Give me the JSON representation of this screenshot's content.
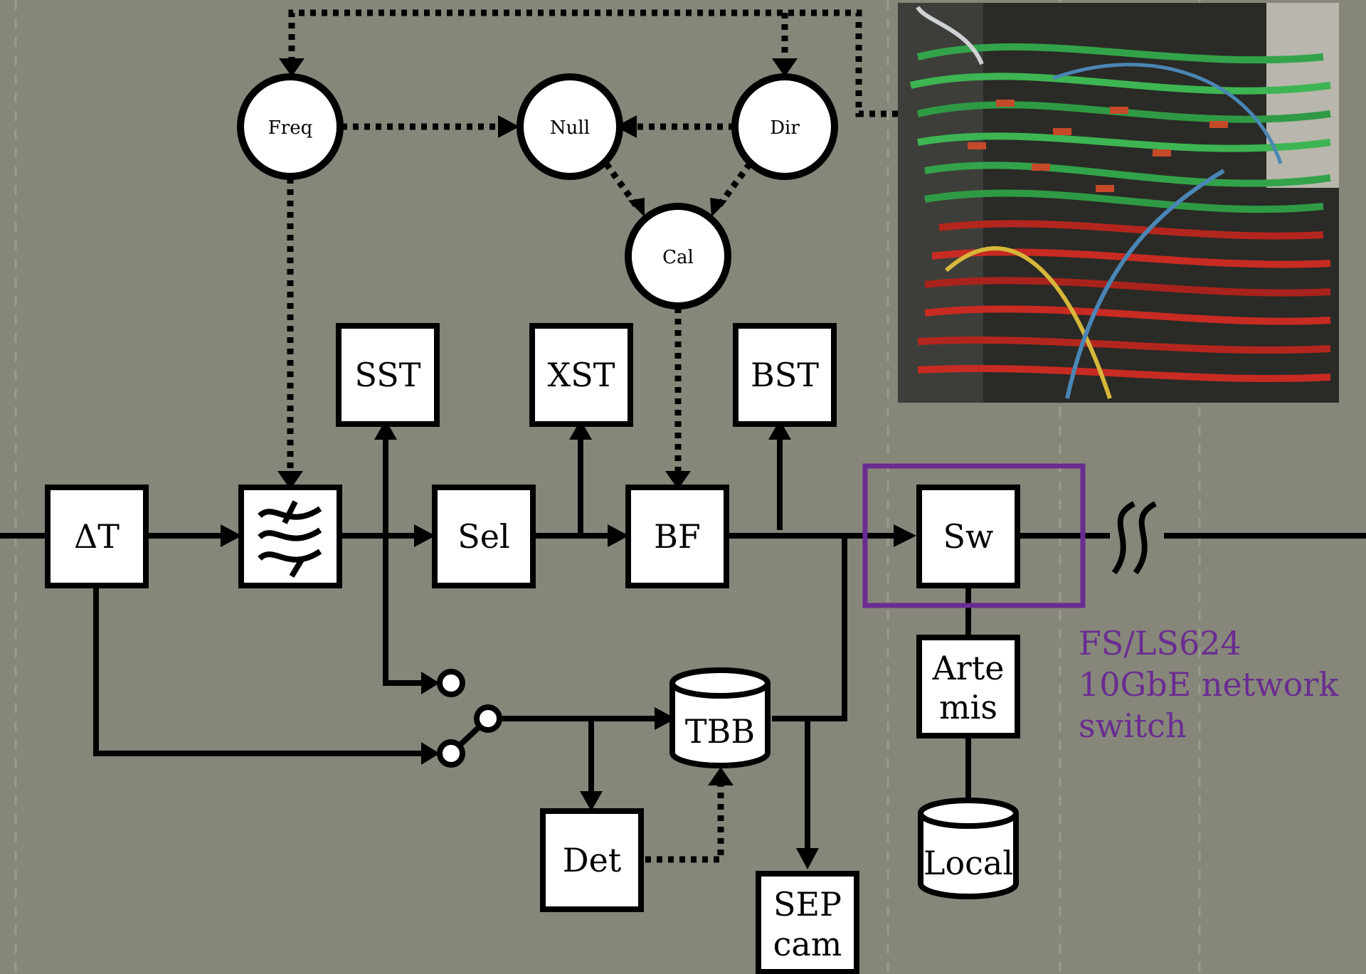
{
  "colors": {
    "background": "#86877a",
    "annotation": "#6a2c91",
    "highlight_box": "#6a2c91"
  },
  "nodes": {
    "freq": "Freq",
    "null": "Null",
    "dir": "Dir",
    "cal": "Cal",
    "sst": "SST",
    "xst": "XST",
    "bst": "BST",
    "delta_t": "ΔT",
    "filter_icon": "filter-icon",
    "sel": "Sel",
    "bf": "BF",
    "sw": "Sw",
    "artemis_line1": "Arte",
    "artemis_line2": "mis",
    "local": "Local",
    "tbb": "TBB",
    "det": "Det",
    "sep_line1": "SEP",
    "sep_line2": "cam"
  },
  "annotation": {
    "line1": "FS/LS624",
    "line2": "10GbE network",
    "line3": "switch"
  },
  "photo": {
    "icon": "network-cabling-photo"
  }
}
